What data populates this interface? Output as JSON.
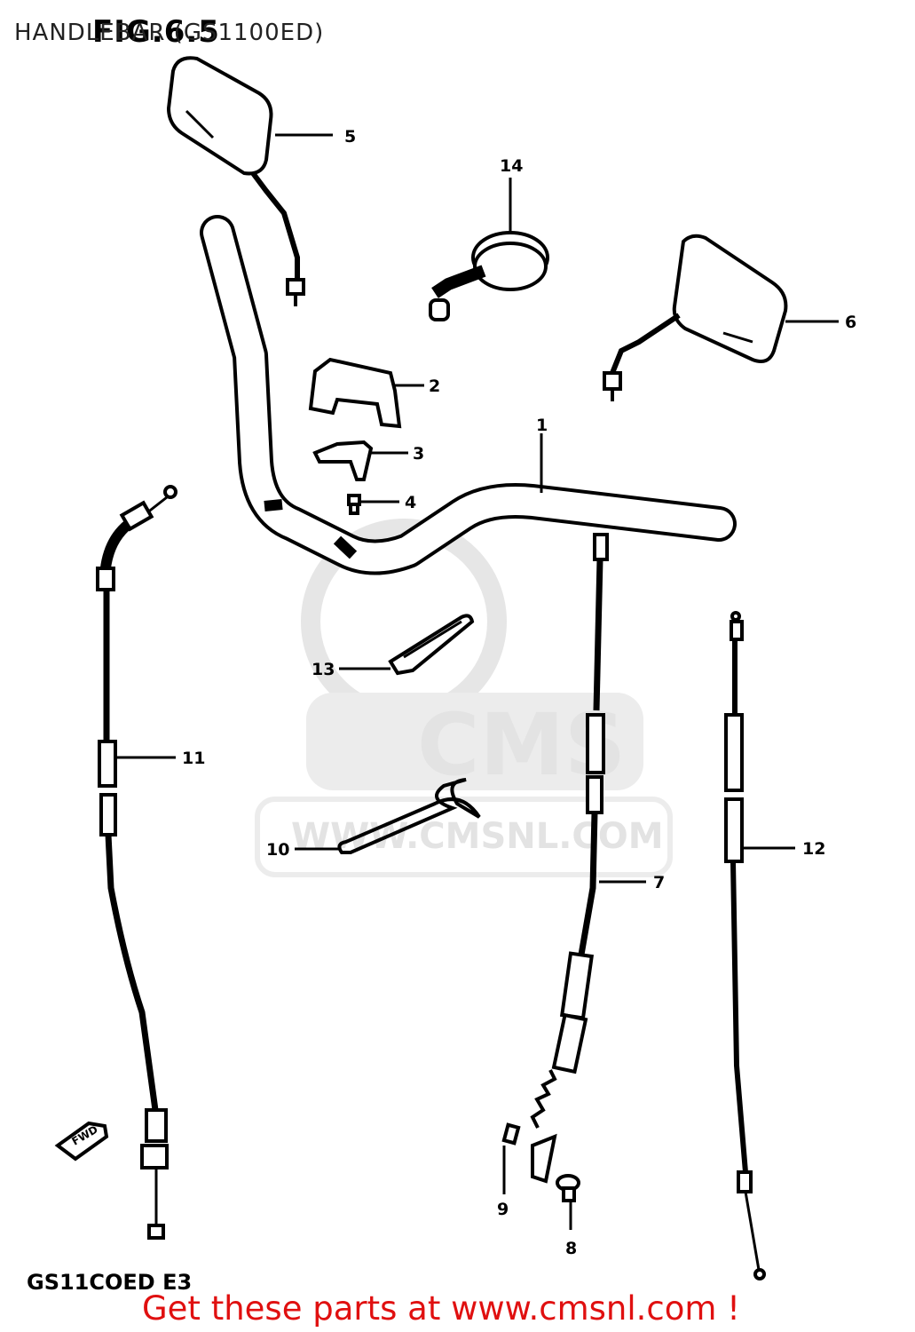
{
  "header": {
    "title": "HANDLEBAR (GS1100ED)",
    "figure_label": "FIG.6.5"
  },
  "watermark": {
    "brand": "CMS",
    "url": "WWW.CMSNL.COM"
  },
  "diagram": {
    "model_code": "GS11COED E3",
    "direction_label": "FWD",
    "callouts": [
      {
        "id": "1",
        "label": "1"
      },
      {
        "id": "2",
        "label": "2"
      },
      {
        "id": "3",
        "label": "3"
      },
      {
        "id": "4",
        "label": "4"
      },
      {
        "id": "5",
        "label": "5"
      },
      {
        "id": "6",
        "label": "6"
      },
      {
        "id": "7",
        "label": "7"
      },
      {
        "id": "8",
        "label": "8"
      },
      {
        "id": "9",
        "label": "9"
      },
      {
        "id": "10",
        "label": "10"
      },
      {
        "id": "11",
        "label": "11"
      },
      {
        "id": "12",
        "label": "12"
      },
      {
        "id": "13",
        "label": "13"
      },
      {
        "id": "14",
        "label": "14"
      }
    ]
  },
  "footer": {
    "call_to_action": "Get these parts at www.cmsnl.com !",
    "cta_color": "#e01010"
  }
}
